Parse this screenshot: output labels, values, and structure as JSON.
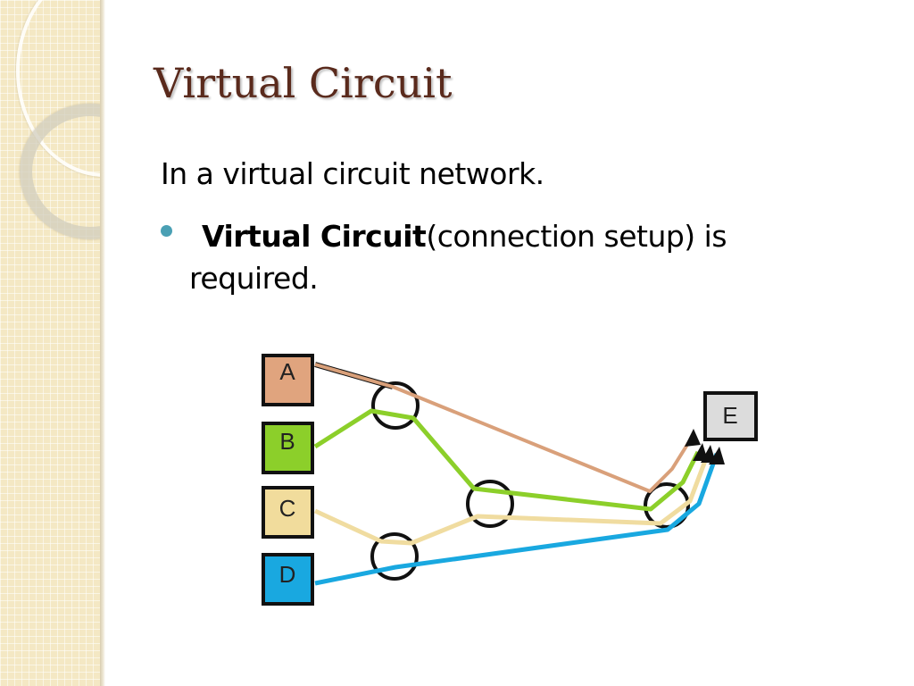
{
  "slide": {
    "title": "Virtual Circuit",
    "intro": "In a virtual circuit network.",
    "bullet_bold": "Virtual Circuit",
    "bullet_rest": "(connection setup) is",
    "bullet_cont": "required."
  },
  "diagram": {
    "nodes": [
      {
        "label": "A",
        "color": "#e0a47e"
      },
      {
        "label": "B",
        "color": "#8ccf2a"
      },
      {
        "label": "C",
        "color": "#f1dc9c"
      },
      {
        "label": "D",
        "color": "#19a8e0"
      },
      {
        "label": "E",
        "color": "#dcdcdc"
      }
    ],
    "path_colors": {
      "A": "#d9a07a",
      "B": "#8ccf2a",
      "C": "#f0dca0",
      "D": "#19a8e0"
    }
  }
}
